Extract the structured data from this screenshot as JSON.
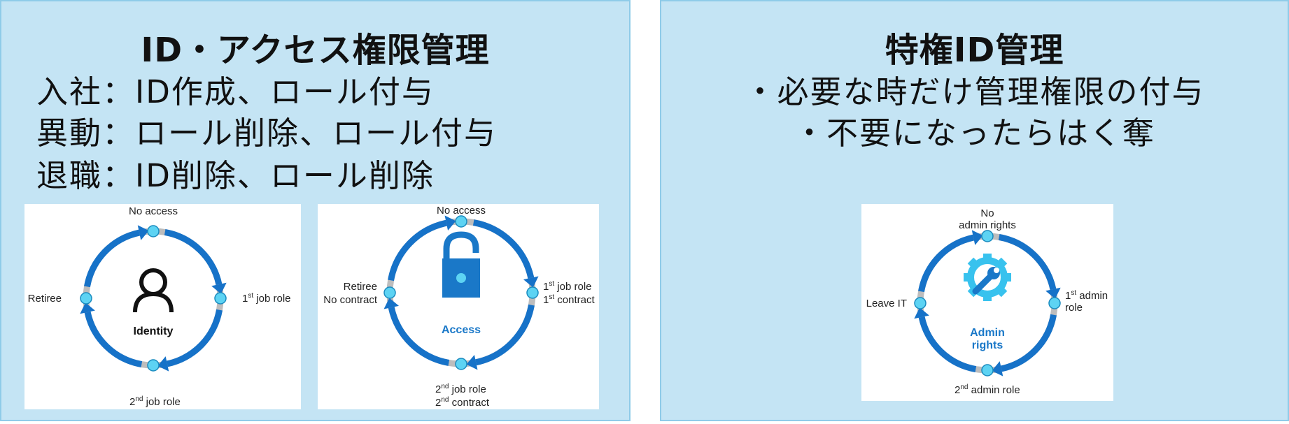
{
  "left": {
    "title": "ID・アクセス権限管理",
    "lines": [
      "入社：ID作成、ロール付与",
      "異動：ロール削除、ロール付与",
      "退職：ID削除、ロール削除"
    ],
    "identity_cycle": {
      "center": "Identity",
      "top": "No access",
      "right": {
        "pre": "1",
        "sup": "st",
        "post": " job role"
      },
      "bottom": {
        "pre": "2",
        "sup": "nd",
        "post": " job role"
      },
      "left": "Retiree"
    },
    "access_cycle": {
      "center": "Access",
      "top": "No access",
      "right": [
        {
          "pre": "1",
          "sup": "st",
          "post": " job role"
        },
        {
          "pre": "1",
          "sup": "st",
          "post": " contract"
        }
      ],
      "bottom": [
        {
          "pre": "2",
          "sup": "nd",
          "post": " job role"
        },
        {
          "pre": "2",
          "sup": "nd",
          "post": " contract"
        }
      ],
      "left": [
        "Retiree",
        "No contract"
      ]
    }
  },
  "right": {
    "title": "特権ID管理",
    "lines": [
      "・必要な時だけ管理権限の付与",
      "・不要になったらはく奪"
    ],
    "admin_cycle": {
      "center": [
        "Admin",
        "rights"
      ],
      "top": [
        "No",
        "admin rights"
      ],
      "right": [
        {
          "pre": "1",
          "sup": "st",
          "post": " admin"
        },
        {
          "pre": "",
          "sup": "",
          "post": "role"
        }
      ],
      "bottom": {
        "pre": "2",
        "sup": "nd",
        "post": " admin role"
      },
      "left": "Leave IT"
    }
  },
  "colors": {
    "panel_bg": "#c4e4f4",
    "panel_border": "#8fcbe8",
    "ring_gray": "#bdbdbd",
    "arrow_blue": "#1672c8",
    "node_cyan": "#5dd3f3",
    "access_blue": "#1a78c8",
    "gear_cyan": "#38c2ee"
  }
}
